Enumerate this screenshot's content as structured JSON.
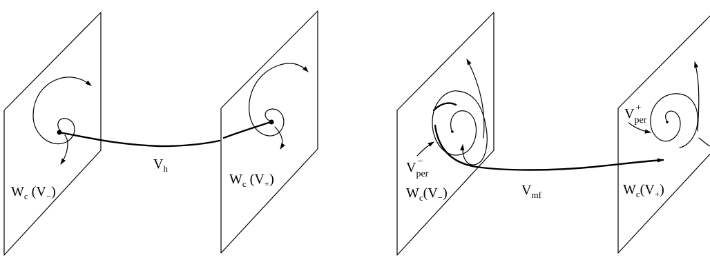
{
  "left_panel": {
    "connection_label": {
      "main": "V",
      "sub": "h"
    },
    "left_plane_label": {
      "main": "W",
      "sub": "c",
      "arg": "(V",
      "arg_sub": "−",
      "close": ")"
    },
    "right_plane_label": {
      "main": "W",
      "sub": "c",
      "arg": "(V",
      "arg_sub": "+",
      "close": ")"
    }
  },
  "right_panel": {
    "connection_label": {
      "main": "V",
      "sub": "mf"
    },
    "left_plane_label": {
      "main": "W",
      "sub": "c",
      "arg": "(V",
      "arg_sub": "−",
      "close": ")"
    },
    "right_plane_label": {
      "main": "W",
      "sub": "c",
      "arg": "(V",
      "arg_sub": "+",
      "close": ")"
    },
    "per_minus_label": {
      "main": "V",
      "sub": "per",
      "sup": "−"
    },
    "per_plus_label": {
      "main": "V",
      "sub": "per",
      "sup": "+"
    }
  },
  "colors": {
    "ink": "#000000",
    "background": "#ffffff"
  }
}
